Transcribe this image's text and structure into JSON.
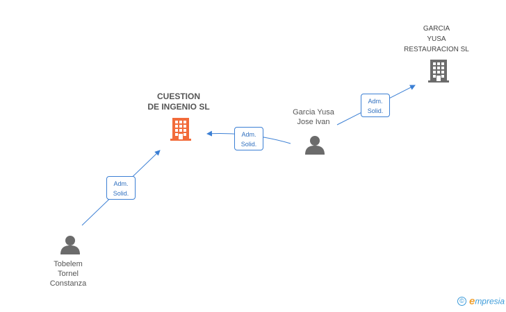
{
  "nodes": {
    "cuestion": {
      "line1": "CUESTION",
      "line2": "DE INGENIO SL",
      "type": "company",
      "color": "#f26b3a"
    },
    "garcia_yusa_rest": {
      "line1": "GARCIA",
      "line2": "YUSA",
      "line3": "RESTAURACION SL",
      "type": "company",
      "color": "#6b6b6b"
    },
    "garcia_jose": {
      "line1": "Garcia Yusa",
      "line2": "Jose Ivan",
      "type": "person",
      "color": "#6b6b6b"
    },
    "tobelem": {
      "line1": "Tobelem",
      "line2": "Tornel",
      "line3": "Constanza",
      "type": "person",
      "color": "#6b6b6b"
    }
  },
  "edges": {
    "e1": {
      "line1": "Adm.",
      "line2": "Solid.",
      "from": "tobelem",
      "to": "cuestion"
    },
    "e2": {
      "line1": "Adm.",
      "line2": "Solid.",
      "from": "garcia_jose",
      "to": "cuestion"
    },
    "e3": {
      "line1": "Adm.",
      "line2": "Solid.",
      "from": "garcia_jose",
      "to": "garcia_yusa_rest"
    }
  },
  "colors": {
    "edge": "#3b7fd4"
  },
  "brand": {
    "copyright": "©",
    "e": "e",
    "name": "mpresia"
  }
}
